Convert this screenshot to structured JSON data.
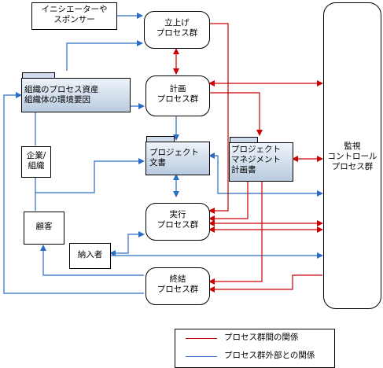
{
  "nodes": {
    "initiator": "イニシエーターや\nスポンサー",
    "initiating": "立上げ\nプロセス群",
    "planning": "計画\nプロセス群",
    "assets": "組織のプロセス資産\n組織体の環境要因",
    "project_docs": "プロジェクト\n文書",
    "pm_plan": "プロジェクト\nマネジメント\n計画書",
    "monitoring": "監視\nコントロール\nプロセス群",
    "enterprise": "企業/\n組織",
    "customer": "顧客",
    "executing": "実行\nプロセス群",
    "sellers": "納入者",
    "closing": "終結\nプロセス群"
  },
  "legend": {
    "internal": "プロセス群間の関係",
    "external": "プロセス群外部との関係"
  },
  "colors": {
    "internal": "#cc0000",
    "external": "#2b6cc4"
  }
}
